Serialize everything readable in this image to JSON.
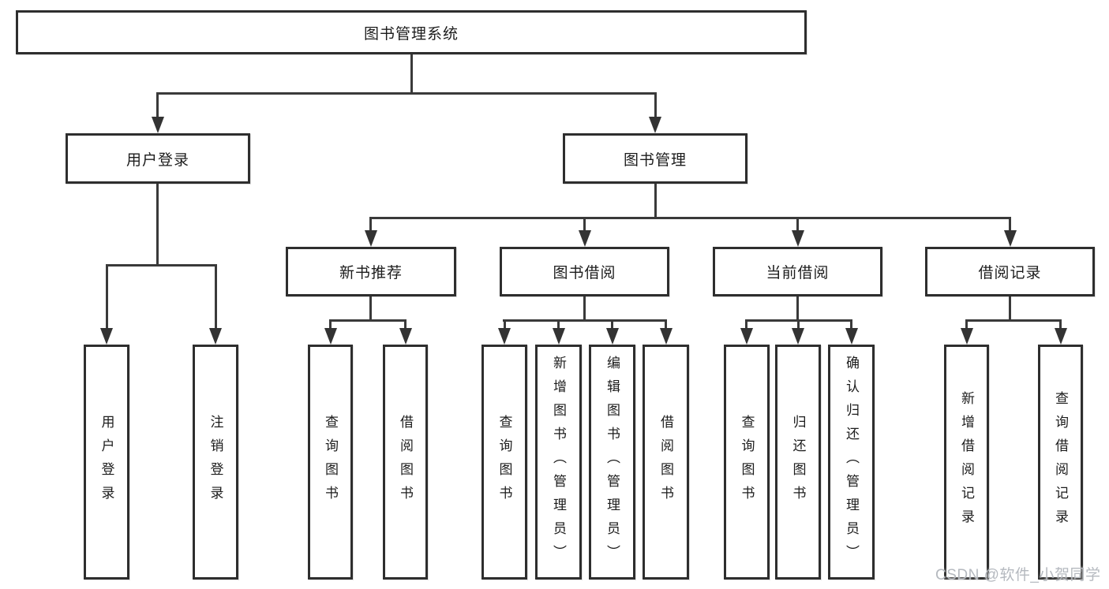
{
  "diagram": {
    "root": {
      "label": "图书管理系统"
    },
    "branches": [
      {
        "label": "用户登录",
        "leaves": [
          {
            "label": "用户登录"
          },
          {
            "label": "注销登录"
          }
        ]
      },
      {
        "label": "图书管理",
        "groups": [
          {
            "label": "新书推荐",
            "leaves": [
              {
                "label": "查询图书"
              },
              {
                "label": "借阅图书"
              }
            ]
          },
          {
            "label": "图书借阅",
            "leaves": [
              {
                "label": "查询图书"
              },
              {
                "label": "新增图书（管理员）"
              },
              {
                "label": "编辑图书（管理员）"
              },
              {
                "label": "借阅图书"
              }
            ]
          },
          {
            "label": "当前借阅",
            "leaves": [
              {
                "label": "查询图书"
              },
              {
                "label": "归还图书"
              },
              {
                "label": "确认归还（管理员）"
              }
            ]
          },
          {
            "label": "借阅记录",
            "leaves": [
              {
                "label": "新增借阅记录"
              },
              {
                "label": "查询借阅记录"
              }
            ]
          }
        ]
      }
    ]
  },
  "watermark": {
    "text": "CSDN @软件_小贺同学"
  },
  "colors": {
    "background": "#ffffff",
    "box_border": "#2e2e2e",
    "line": "#3a3a3a",
    "text": "#1c1c1c",
    "watermark": "#b5b9bf"
  }
}
